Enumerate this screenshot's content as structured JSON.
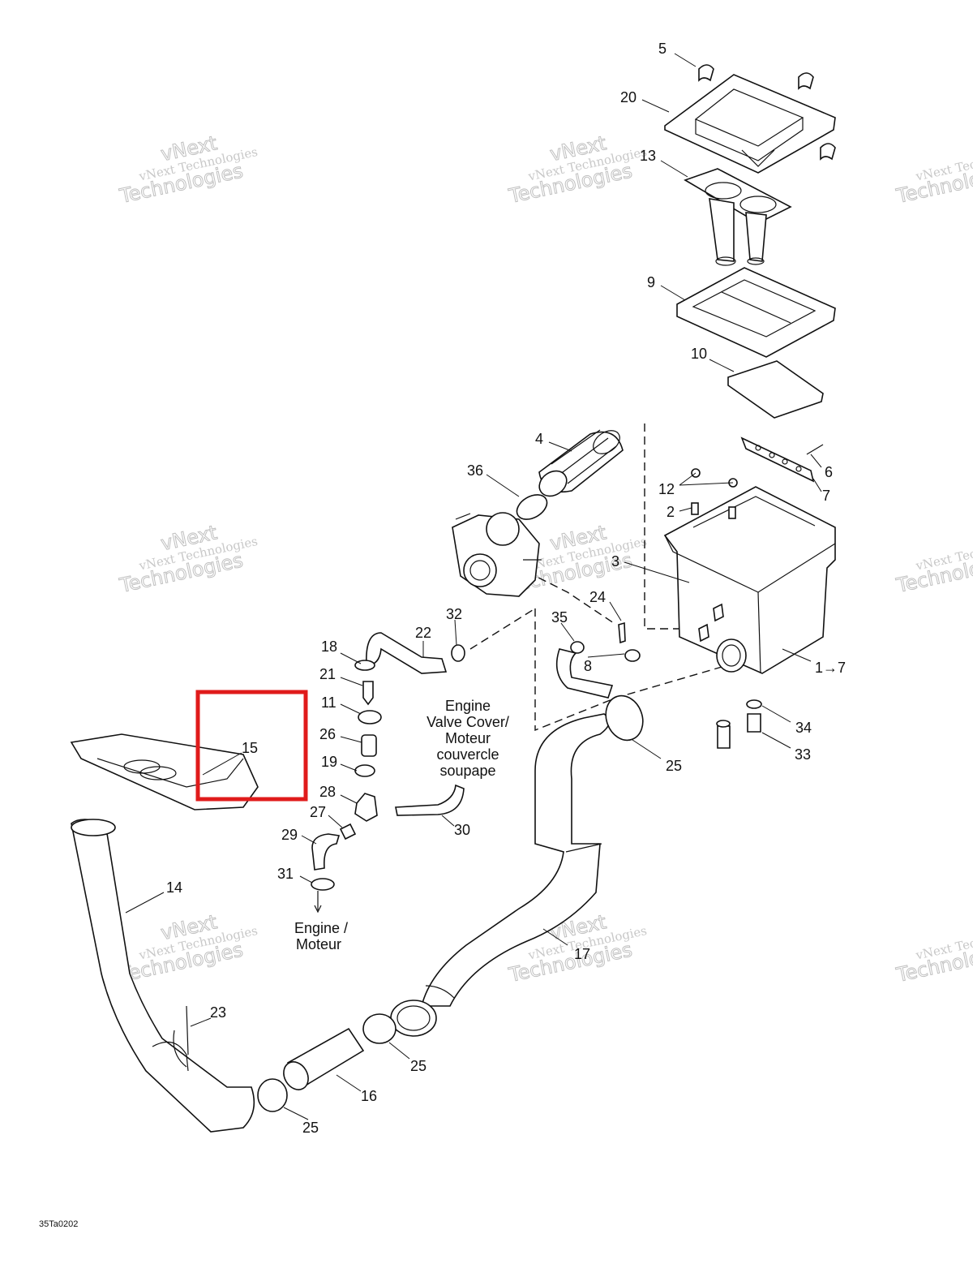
{
  "callouts": [
    {
      "label": "5"
    },
    {
      "label": "20"
    },
    {
      "label": "13"
    },
    {
      "label": "9"
    },
    {
      "label": "10"
    },
    {
      "label": "4"
    },
    {
      "label": "36"
    },
    {
      "label": "6"
    },
    {
      "label": "12"
    },
    {
      "label": "7"
    },
    {
      "label": "2"
    },
    {
      "label": "3"
    },
    {
      "label": "24"
    },
    {
      "label": "32"
    },
    {
      "label": "22"
    },
    {
      "label": "35"
    },
    {
      "label": "18"
    },
    {
      "label": "8"
    },
    {
      "label": "1→7"
    },
    {
      "label": "21"
    },
    {
      "label": "11"
    },
    {
      "label": "34"
    },
    {
      "label": "26"
    },
    {
      "label": "15"
    },
    {
      "label": "25"
    },
    {
      "label": "33"
    },
    {
      "label": "19"
    },
    {
      "label": "28"
    },
    {
      "label": "27"
    },
    {
      "label": "30"
    },
    {
      "label": "29"
    },
    {
      "label": "31"
    },
    {
      "label": "14"
    },
    {
      "label": "17"
    },
    {
      "label": "23"
    },
    {
      "label": "25"
    },
    {
      "label": "16"
    },
    {
      "label": "25"
    }
  ],
  "notes": {
    "valve_cover": [
      "Engine",
      "Valve Cover/",
      "Moteur",
      "couvercle",
      "soupape"
    ],
    "engine": [
      "Engine /",
      "Moteur"
    ]
  },
  "watermark": {
    "line1": "vNext Technologies",
    "line2": "Technologies",
    "top": "vNext"
  },
  "reference": "35Ta0202",
  "highlight": {
    "color": "#e01b1b",
    "target": "15"
  }
}
